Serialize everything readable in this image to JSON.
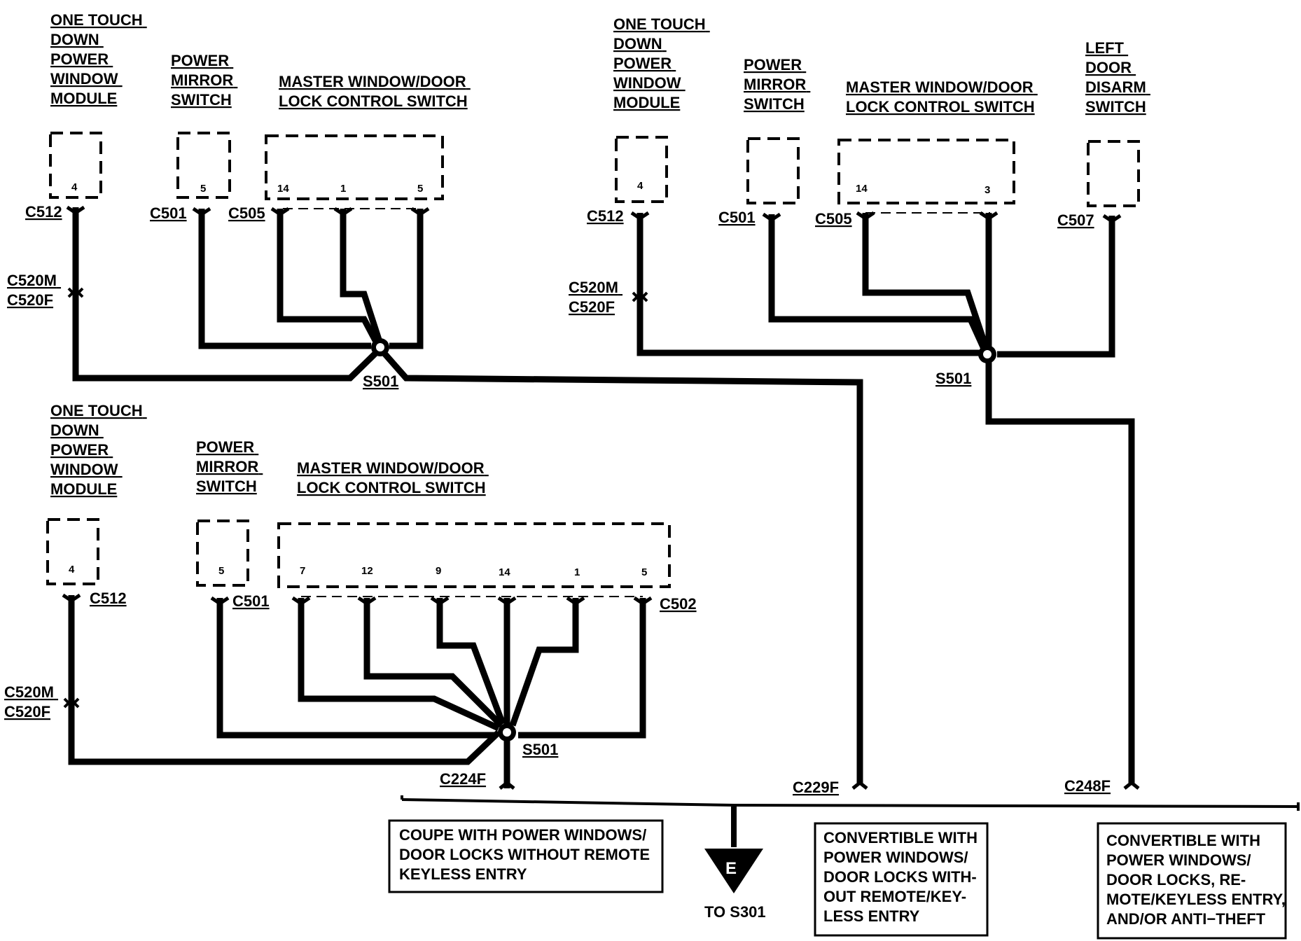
{
  "diagram1": {
    "modules": {
      "one_touch": [
        "ONE TOUCH",
        "DOWN",
        "POWER",
        "WINDOW",
        "MODULE"
      ],
      "mirror": [
        "POWER",
        "MIRROR",
        "SWITCH"
      ],
      "master": [
        "MASTER WINDOW/DOOR",
        "LOCK CONTROL SWITCH"
      ]
    },
    "pins": {
      "one_touch": "4",
      "mirror": "5",
      "master": [
        "14",
        "1",
        "5"
      ]
    },
    "connectors": {
      "c512": "C512",
      "c501": "C501",
      "c505": "C505",
      "c520m": "C520M",
      "c520f": "C520F"
    },
    "splice": "S501"
  },
  "diagram2": {
    "modules": {
      "one_touch": [
        "ONE TOUCH",
        "DOWN",
        "POWER",
        "WINDOW",
        "MODULE"
      ],
      "mirror": [
        "POWER",
        "MIRROR",
        "SWITCH"
      ],
      "master": [
        "MASTER WINDOW/DOOR",
        "LOCK CONTROL SWITCH"
      ],
      "disarm": [
        "LEFT",
        "DOOR",
        "DISARM",
        "SWITCH"
      ]
    },
    "pins": {
      "one_touch": "4",
      "master": [
        "14",
        "3"
      ]
    },
    "connectors": {
      "c512": "C512",
      "c501": "C501",
      "c505": "C505",
      "c507": "C507",
      "c520m": "C520M",
      "c520f": "C520F"
    },
    "splice": "S501"
  },
  "diagram3": {
    "modules": {
      "one_touch": [
        "ONE TOUCH",
        "DOWN",
        "POWER",
        "WINDOW",
        "MODULE"
      ],
      "mirror": [
        "POWER",
        "MIRROR",
        "SWITCH"
      ],
      "master": [
        "MASTER WINDOW/DOOR",
        "LOCK CONTROL SWITCH"
      ]
    },
    "pins": {
      "one_touch": "4",
      "mirror": "5",
      "master": [
        "7",
        "12",
        "9",
        "14",
        "1",
        "5"
      ]
    },
    "connectors": {
      "c512": "C512",
      "c501": "C501",
      "c502": "C502",
      "c520m": "C520M",
      "c520f": "C520F"
    },
    "splice": "S501"
  },
  "bottom": {
    "c224f": "C224F",
    "c229f": "C229F",
    "c248f": "C248F",
    "ground_letter": "E",
    "ground_to": "TO S301",
    "notes": {
      "coupe": [
        "COUPE WITH POWER WINDOWS/",
        "DOOR LOCKS WITHOUT REMOTE",
        "KEYLESS ENTRY"
      ],
      "convertible_no_remote": [
        "CONVERTIBLE WITH",
        "POWER WINDOWS/",
        "DOOR LOCKS WITH-",
        "OUT REMOTE/KEY-",
        "LESS ENTRY"
      ],
      "convertible_remote": [
        "CONVERTIBLE WITH",
        "POWER WINDOWS/",
        "DOOR LOCKS, RE-",
        "MOTE/KEYLESS ENTRY,",
        "AND/OR ANTI−THEFT"
      ]
    }
  }
}
